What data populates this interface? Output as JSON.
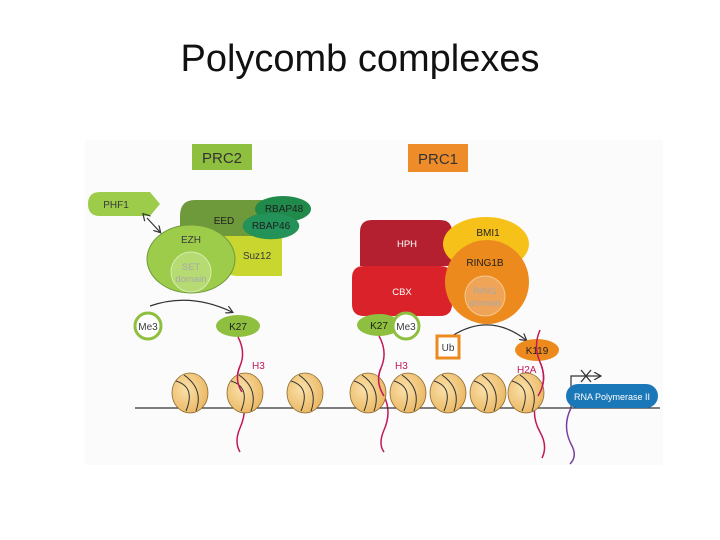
{
  "title": "Polycomb complexes",
  "prc2": {
    "header": "PRC2",
    "phf1": "PHF1",
    "eed": "EED",
    "rbap48": "RBAP48",
    "rbap46": "RBAP46",
    "ezh": "EZH",
    "set_domain_1": "SET",
    "set_domain_2": "domain",
    "suz12": "Suz12",
    "me3": "Me3",
    "k27": "K27",
    "h3": "H3"
  },
  "prc1": {
    "header": "PRC1",
    "hph": "HPH",
    "cbx": "CBX",
    "bmi1": "BMI1",
    "ring1b": "RING1B",
    "ring_domain_1": "RING",
    "ring_domain_2": "domain",
    "k27": "K27",
    "me3": "Me3",
    "ub": "Ub",
    "k119": "K119",
    "h3": "H3",
    "h2a": "H2A"
  },
  "rna_polymerase": "RNA Polymerase II",
  "colors": {
    "prc2_header": "#8fbf3f",
    "prc1_header": "#ef8c2a",
    "light_green": "#9ccc4a",
    "olive_green": "#6f9a3c",
    "dark_green": "#1f8a4a",
    "yellow_green": "#c9d630",
    "crimson": "#b4202f",
    "red": "#d9222a",
    "yellow": "#f6c21a",
    "orange": "#ec8a1e",
    "nucleosome": "#f3c57a",
    "histone_tail": "#c2185b",
    "rna_pol": "#1b78b8"
  }
}
